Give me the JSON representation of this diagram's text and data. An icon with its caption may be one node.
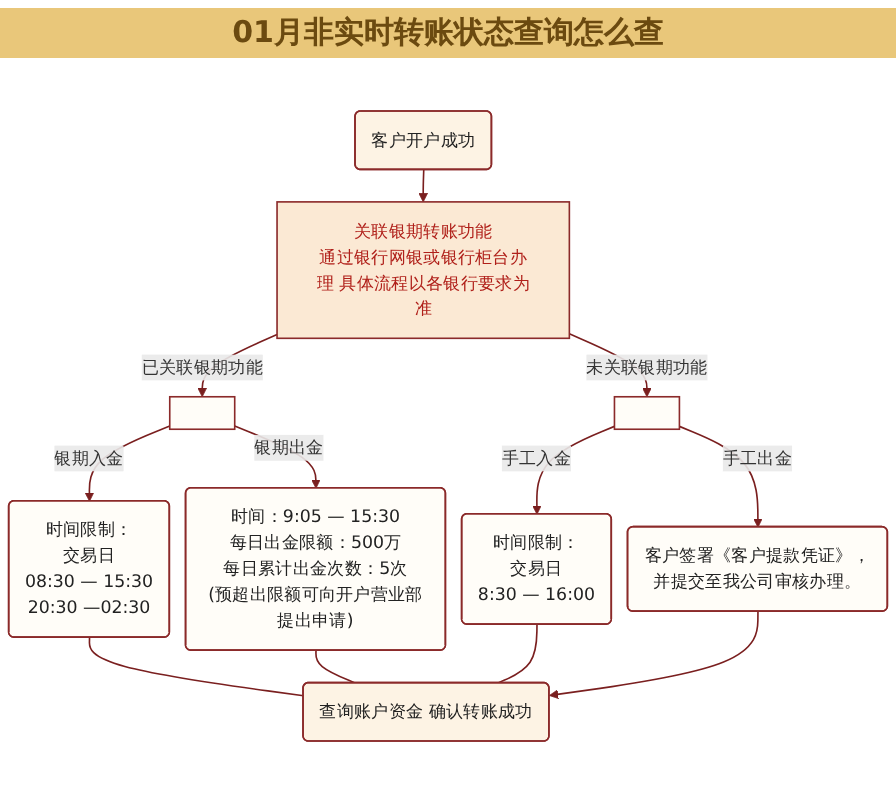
{
  "diagram": {
    "title": "01月非实时转账状态查询怎么查",
    "nodes": [
      {
        "text": [
          "客户开户成功"
        ]
      },
      {
        "text": [
          "关联银期转账功能",
          "通过银行网银或银行柜台办理 具体流程以各银行要求为准"
        ]
      },
      {
        "text": [],
        "shape": "box"
      },
      {
        "text": [],
        "shape": "box"
      },
      {
        "text": [
          "时间限制：",
          "交易日",
          "08:30 — 15:30",
          "20:30 —02:30"
        ]
      },
      {
        "text": [
          "时间：9:05 — 15:30",
          "每日出金限额：500万",
          "每日累计出金次数：5次",
          "(预超出限额可向开户营业部提出申请)"
        ]
      },
      {
        "text": [
          "时间限制：",
          "交易日",
          "8:30 — 16:00"
        ]
      },
      {
        "text": [
          "客户签署《客户提款凭证》，并提交至我公司审核办理。"
        ]
      },
      {
        "text": [
          "查询账户资金 确认转账成功"
        ]
      }
    ],
    "edges": [
      {
        "from": 0,
        "to": 1,
        "arrow": "to"
      },
      {
        "from": 1,
        "to": 2,
        "arrow": "to",
        "label": "已关联银期功能"
      },
      {
        "from": 1,
        "to": 3,
        "arrow": "to",
        "label": "未关联银期功能"
      },
      {
        "from": 2,
        "to": 4,
        "arrow": "to",
        "label": "银期入金"
      },
      {
        "from": 2,
        "to": 5,
        "arrow": "to",
        "label": "银期出金"
      },
      {
        "from": 3,
        "to": 6,
        "arrow": "to",
        "label": "手工入金"
      },
      {
        "from": 3,
        "to": 7,
        "arrow": "to",
        "label": "手工出金"
      },
      {
        "from": 4,
        "to": 8,
        "arrow": "none"
      },
      {
        "from": 5,
        "to": 8,
        "arrow": "none"
      },
      {
        "from": 6,
        "to": 8,
        "arrow": "none"
      },
      {
        "from": 7,
        "to": 8,
        "arrow": "to"
      }
    ]
  }
}
